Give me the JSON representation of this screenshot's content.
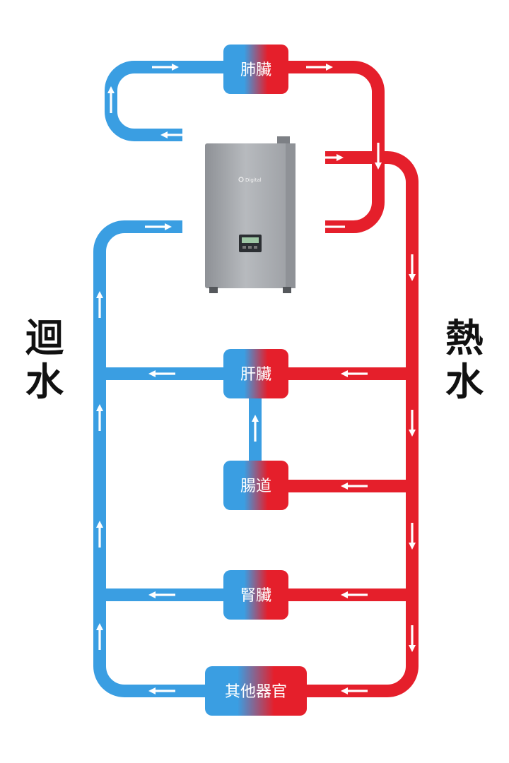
{
  "colors": {
    "hot": "#e51f2b",
    "return": "#3a9ee2",
    "heater_body": "#a3a6ab",
    "arrow": "#ffffff",
    "label_text": "#111111"
  },
  "labels": {
    "return_water": "迴\n水",
    "hot_water": "熱\n水"
  },
  "heater": {
    "brand": "Digital",
    "icon": "wall-mounted-heater-unit"
  },
  "organs": {
    "lung": "肺臟",
    "liver": "肝臟",
    "intestine": "腸道",
    "kidney": "腎臟",
    "other": "其他器官"
  }
}
